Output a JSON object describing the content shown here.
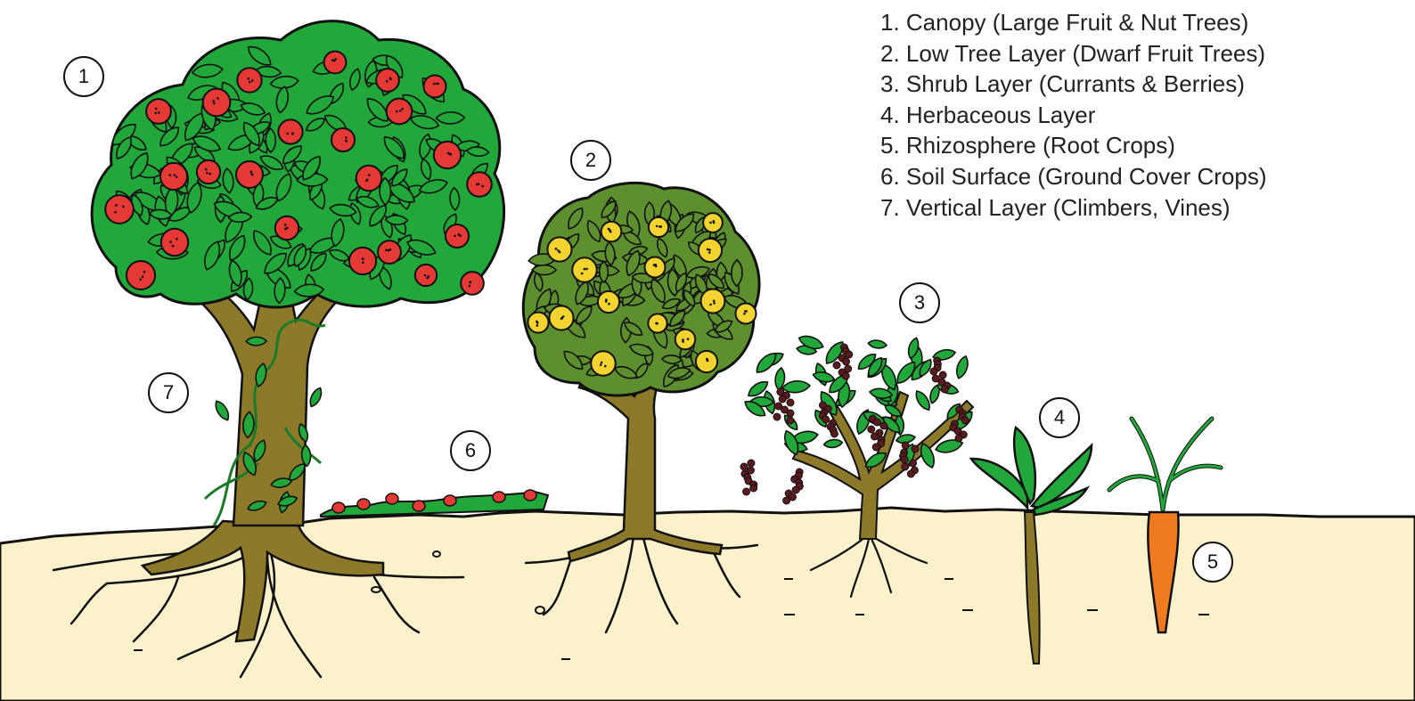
{
  "legend": {
    "items": [
      "1. Canopy (Large Fruit & Nut Trees)",
      "2. Low Tree Layer (Dwarf Fruit Trees)",
      "3. Shrub Layer (Currants & Berries)",
      "4. Herbaceous Layer",
      "5. Rhizosphere (Root Crops)",
      "6. Soil Surface (Ground Cover Crops)",
      "7. Vertical Layer (Climbers, Vines)"
    ]
  },
  "markers": {
    "canopy": "1",
    "low_tree": "2",
    "shrub": "3",
    "herbaceous": "4",
    "rhizosphere": "5",
    "soil_surface": "6",
    "vertical": "7"
  },
  "colors": {
    "soil": "#fbf2cc",
    "leaf": "#22a83a",
    "leaf_dark": "#1a7a2a",
    "olive_leaf": "#5e8f2e",
    "trunk": "#8c7a2a",
    "apple": "#e53935",
    "lemon": "#f2d330",
    "currant": "#5a1a1e",
    "carrot": "#f07a20",
    "outline": "#111111"
  }
}
